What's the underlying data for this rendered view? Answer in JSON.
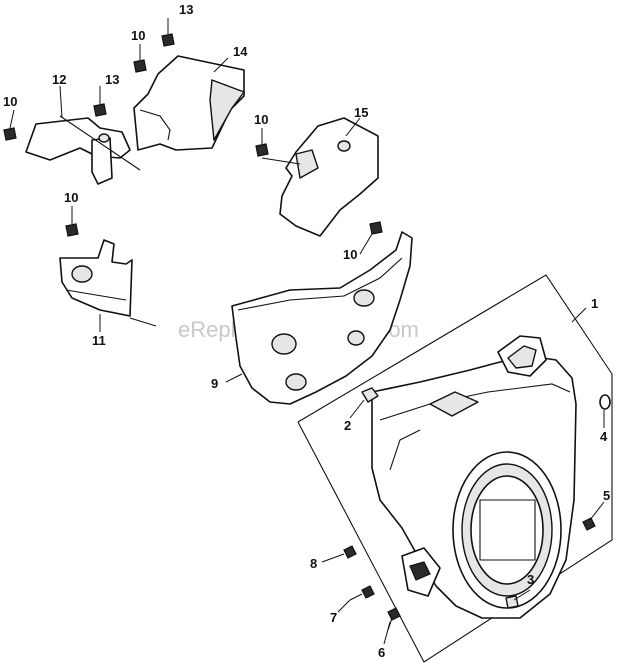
{
  "watermark": "eReplacementParts.com",
  "callouts": {
    "c1": "1",
    "c2": "2",
    "c3": "3",
    "c4": "4",
    "c5": "5",
    "c6": "6",
    "c7": "7",
    "c8": "8",
    "c9": "9",
    "c10a": "10",
    "c10b": "10",
    "c10c": "10",
    "c10d": "10",
    "c10e": "10",
    "c11": "11",
    "c12": "12",
    "c13a": "13",
    "c13b": "13",
    "c14": "14",
    "c15": "15"
  }
}
